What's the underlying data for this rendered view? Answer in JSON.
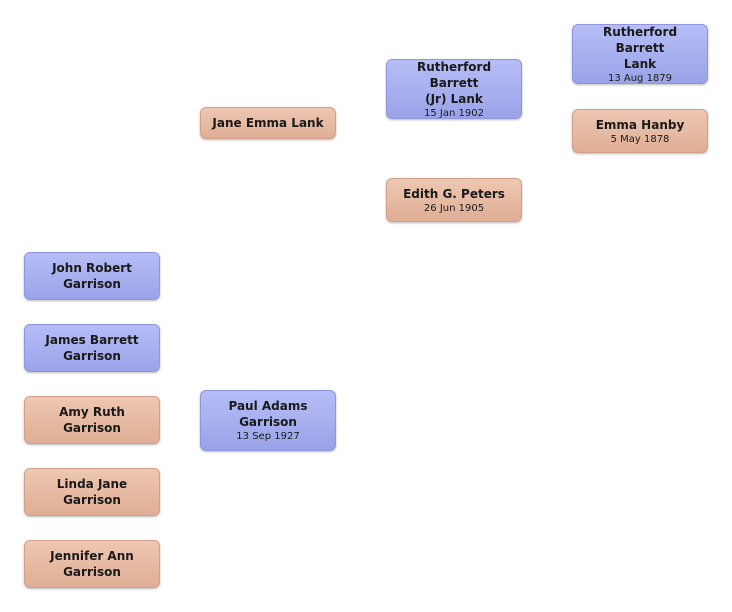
{
  "colors": {
    "male": "#a6aeef",
    "female": "#e6b9a2"
  },
  "people": {
    "rutherford_barrett_sr": {
      "name": "Rutherford  Barrett\nLank",
      "date": "13 Aug 1879"
    },
    "emma_hanby": {
      "name": "Emma  Hanby",
      "date": "5 May 1878"
    },
    "rutherford_barrett_jr": {
      "name": "Rutherford Barrett\n(Jr)  Lank",
      "date": "15 Jan 1902"
    },
    "edith_peters": {
      "name": "Edith G.  Peters",
      "date": "26 Jun 1905"
    },
    "jane_emma_lank": {
      "name": "Jane Emma  Lank",
      "date": ""
    },
    "paul_adams_garrison": {
      "name": "Paul Adams\nGarrison",
      "date": "13 Sep 1927"
    },
    "john_robert_garrison": {
      "name": "John Robert\nGarrison",
      "date": ""
    },
    "james_barrett_garrison": {
      "name": "James Barrett\nGarrison",
      "date": ""
    },
    "amy_ruth_garrison": {
      "name": "Amy Ruth\nGarrison",
      "date": ""
    },
    "linda_jane_garrison": {
      "name": "Linda Jane\nGarrison",
      "date": ""
    },
    "jennifer_ann_garrison": {
      "name": "Jennifer Ann\nGarrison",
      "date": ""
    }
  }
}
